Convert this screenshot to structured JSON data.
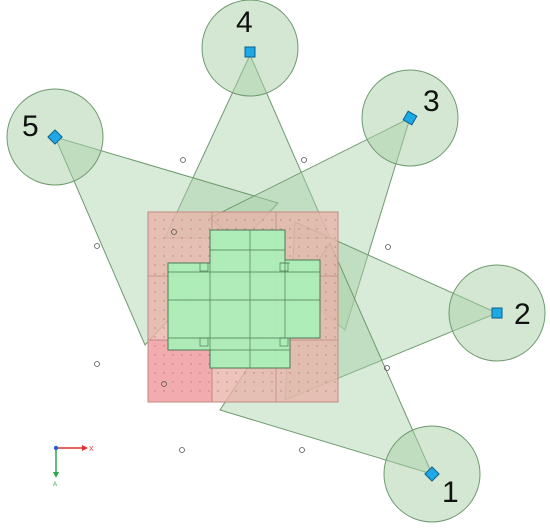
{
  "colors": {
    "zone_fill": "#a8d0a8",
    "zone_stroke": "#6f9a6f",
    "sheet_fill": "#e8b4aa",
    "sheet_stroke": "#c08a80",
    "sheet_alt_fill": "#f2a9ad",
    "part_fill": "#a9f0b8",
    "part_stroke": "#4d7a55",
    "station_fill": "#1fa8e6",
    "station_stroke": "#0b5f8a",
    "label_color": "#111111",
    "axis_x": "#e0312b",
    "axis_y": "#2aa84a",
    "dot_color": "#9a6a62",
    "marker_color": "#555555"
  },
  "stations": [
    {
      "number": "1",
      "icon": "tool-station-square"
    },
    {
      "number": "2",
      "icon": "tool-station-square"
    },
    {
      "number": "3",
      "icon": "tool-station-square"
    },
    {
      "number": "4",
      "icon": "tool-station-square"
    },
    {
      "number": "5",
      "icon": "tool-station-square"
    }
  ],
  "axis": {
    "x_label": "X",
    "y_label": "A"
  }
}
